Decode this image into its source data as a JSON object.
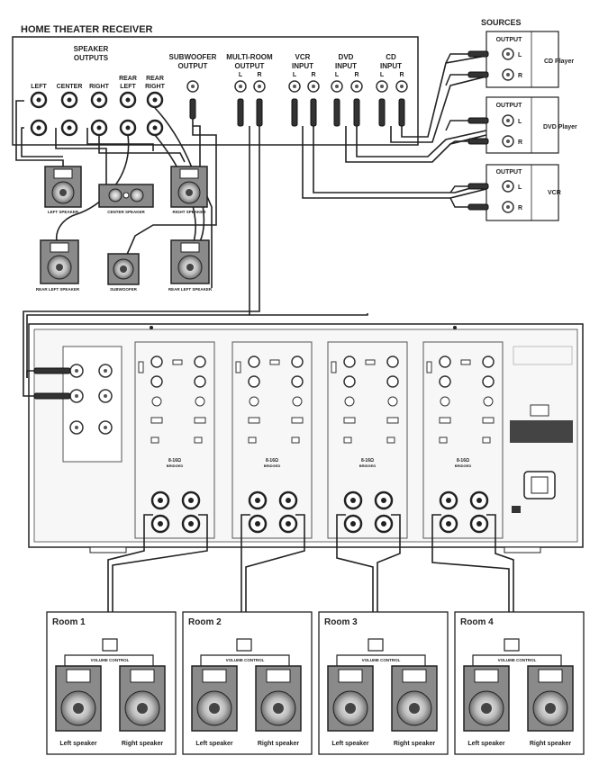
{
  "receiver": {
    "title": "HOME THEATER RECEIVER",
    "speaker_outputs": [
      "SPEAKER",
      "OUTPUTS"
    ],
    "channels": [
      "LEFT",
      "CENTER",
      "RIGHT",
      "REAR",
      "LEFT",
      "REAR",
      "RIGHT"
    ],
    "subwoofer": [
      "SUBWOOFER",
      "OUTPUT"
    ],
    "multiroom": [
      "MULTI-ROOM",
      "OUTPUT"
    ],
    "vcr": [
      "VCR",
      "INPUT"
    ],
    "dvd": [
      "DVD",
      "INPUT"
    ],
    "cd": [
      "CD",
      "INPUT"
    ],
    "l": "L",
    "r": "R"
  },
  "speakers": {
    "left": "LEFT SPEAKER",
    "center": "CENTER SPEAKER",
    "right": "RIGHT SPEAKER",
    "rear_left": "REAR LEFT SPEAKER",
    "subwoofer": "SUBWOOFER",
    "rear_right": "REAR LEFT SPEAKER"
  },
  "sources": {
    "title": "SOURCES",
    "output": "OUTPUT",
    "l": "L",
    "r": "R",
    "cd": "CD Player",
    "dvd": "DVD Player",
    "vcr": "VCR"
  },
  "rooms": [
    {
      "title": "Room 1"
    },
    {
      "title": "Room 2"
    },
    {
      "title": "Room 3"
    },
    {
      "title": "Room 4"
    }
  ],
  "room_labels": {
    "volume": "VOLUME CONTROL",
    "left": "Left speaker",
    "right": "Right speaker"
  },
  "amp": {
    "bridged": "BRIDGED",
    "mode": "8-16Ω"
  }
}
